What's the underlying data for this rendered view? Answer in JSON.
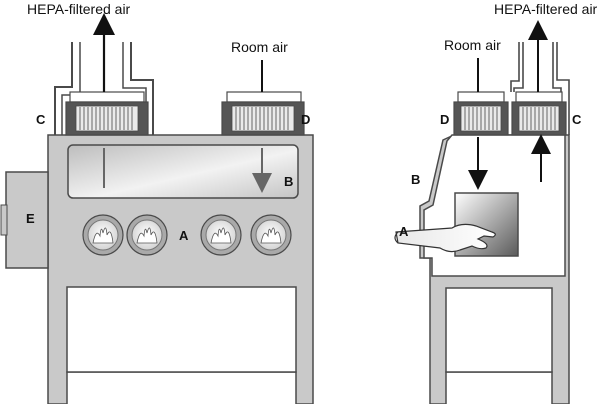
{
  "labels": {
    "hepa_left": "HEPA-filtered air",
    "room_left": "Room air",
    "hepa_right": "HEPA-filtered air",
    "room_right": "Room air"
  },
  "front_view": {
    "tag_a": "A",
    "tag_b": "B",
    "tag_c": "C",
    "tag_d": "D",
    "tag_e": "E",
    "glove_ports": 4
  },
  "side_view": {
    "tag_a": "A",
    "tag_b": "B",
    "tag_c": "C",
    "tag_d": "D"
  },
  "colors": {
    "cabinet_fill": "#c9c9c9",
    "stroke": "#4a4a4a",
    "filter_media": "#d9d9d9",
    "dark_gray": "#555555"
  }
}
